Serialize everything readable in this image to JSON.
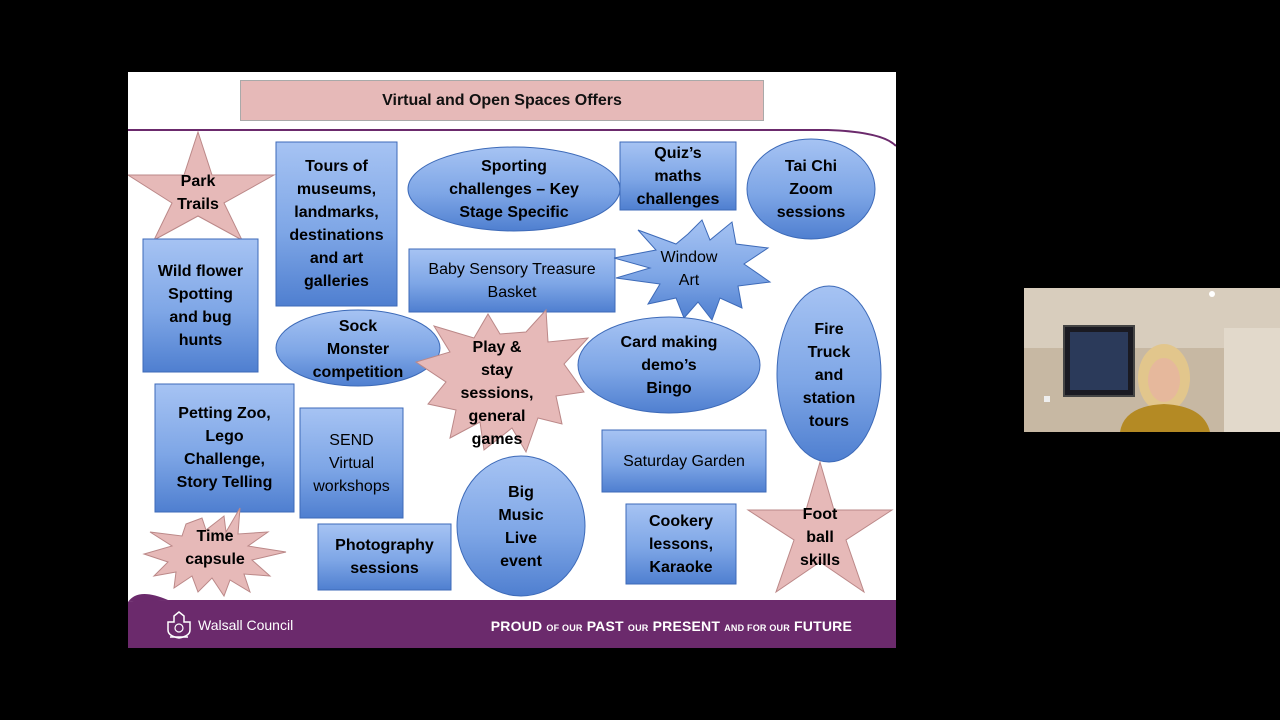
{
  "slide": {
    "title": "Virtual and Open Spaces Offers",
    "shapes": [
      {
        "id": "park-trails",
        "text": "Park\nTrails"
      },
      {
        "id": "tours-museums",
        "text": "Tours of\nmuseums,\nlandmarks,\ndestinations\nand art\ngalleries"
      },
      {
        "id": "sporting-challenges",
        "text": "Sporting\nchallenges – Key\nStage Specific"
      },
      {
        "id": "quiz-maths",
        "text": "Quiz’s\nmaths\nchallenges"
      },
      {
        "id": "tai-chi",
        "text": "Tai Chi\nZoom\nsessions"
      },
      {
        "id": "wild-flower",
        "text": "Wild flower\nSpotting\nand bug\nhunts"
      },
      {
        "id": "baby-sensory",
        "text": "Baby Sensory Treasure\nBasket"
      },
      {
        "id": "window-art",
        "text": "Window\nArt"
      },
      {
        "id": "sock-monster",
        "text": "Sock\nMonster\ncompetition"
      },
      {
        "id": "play-stay",
        "text": "Play &\nstay\nsessions,\ngeneral\ngames"
      },
      {
        "id": "card-making",
        "text": "Card making\ndemo’s\nBingo"
      },
      {
        "id": "fire-truck",
        "text": "Fire\nTruck\nand\nstation\ntours"
      },
      {
        "id": "petting-zoo",
        "text": "Petting Zoo,\nLego\nChallenge,\nStory Telling"
      },
      {
        "id": "send-virtual",
        "text": "SEND\nVirtual\nworkshops"
      },
      {
        "id": "saturday-garden",
        "text": "Saturday Garden"
      },
      {
        "id": "big-music",
        "text": "Big\nMusic\nLive\nevent"
      },
      {
        "id": "time-capsule",
        "text": "Time\ncapsule"
      },
      {
        "id": "photography",
        "text": "Photography\nsessions"
      },
      {
        "id": "cookery",
        "text": "Cookery\nlessons,\nKaraoke"
      },
      {
        "id": "football",
        "text": "Foot\nball\nskills"
      }
    ],
    "footer": {
      "logo_text": "Walsall Council",
      "tag_proud": "PROUD",
      "tag_of_our1": "OF OUR",
      "tag_past": "PAST",
      "tag_our": "OUR",
      "tag_present": "PRESENT",
      "tag_and_for_our": "AND FOR OUR",
      "tag_future": "FUTURE"
    }
  },
  "colors": {
    "blue_fill": "#7ea6e6",
    "pink_fill": "#e6b9b8",
    "footer_purple": "#6b2a6c"
  }
}
